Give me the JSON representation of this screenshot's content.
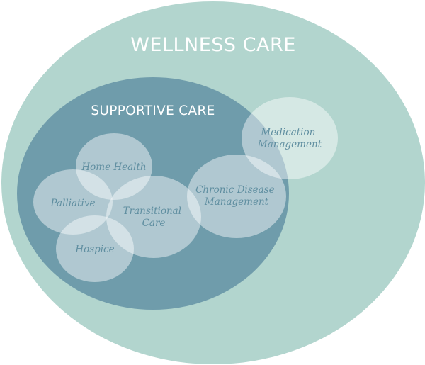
{
  "outer": {
    "label": "WELLNESS CARE",
    "color": "#b2d5ce"
  },
  "inner": {
    "label": "SUPPORTIVE CARE",
    "color": "#6f9cab"
  },
  "bubble_color": "#ffffff",
  "bubbles": [
    {
      "id": "home-health",
      "lines": [
        "Home Health"
      ]
    },
    {
      "id": "palliative",
      "lines": [
        "Palliative"
      ]
    },
    {
      "id": "transitional-care",
      "lines": [
        "Transitional",
        "Care"
      ]
    },
    {
      "id": "hospice",
      "lines": [
        "Hospice"
      ]
    },
    {
      "id": "chronic-disease-management",
      "lines": [
        "Chronic Disease",
        "Management"
      ]
    },
    {
      "id": "medication-management",
      "lines": [
        "Medication",
        "Management"
      ]
    }
  ]
}
